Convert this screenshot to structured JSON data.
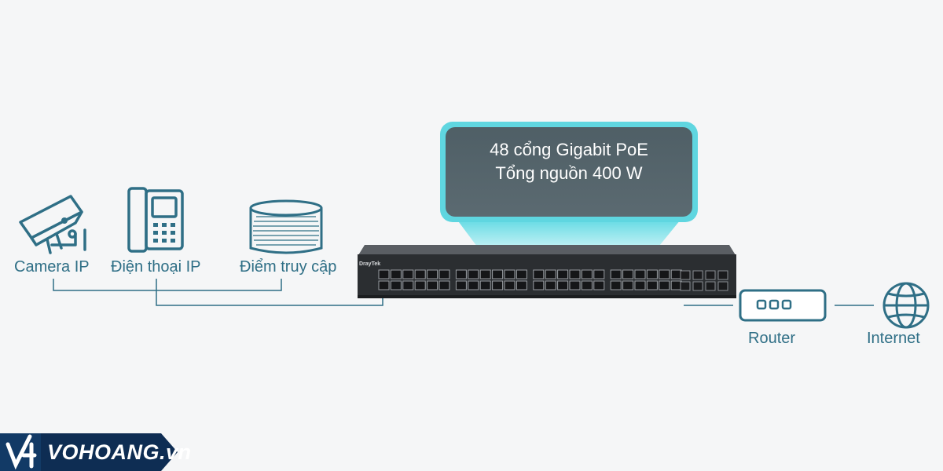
{
  "callout": {
    "line1": "48 cổng Gigabit PoE",
    "line2": "Tổng nguồn 400 W"
  },
  "devices": {
    "camera": {
      "label": "Camera IP",
      "icon": "security-camera-icon"
    },
    "phone": {
      "label": "Điện thoại IP",
      "icon": "ip-phone-icon"
    },
    "access_point": {
      "label": "Điểm truy cập",
      "icon": "access-point-icon"
    },
    "router": {
      "label": "Router",
      "icon": "router-icon"
    },
    "internet": {
      "label": "Internet",
      "icon": "globe-icon"
    }
  },
  "switch": {
    "brand": "DrayTek"
  },
  "footer": {
    "brand": "VOHOANG.vn"
  },
  "colors": {
    "accent": "#2f6f86",
    "callout_fill": "#56646b",
    "callout_glow": "#5fd6e0",
    "background": "#f5f6f7",
    "footer": "#0e2d53"
  }
}
